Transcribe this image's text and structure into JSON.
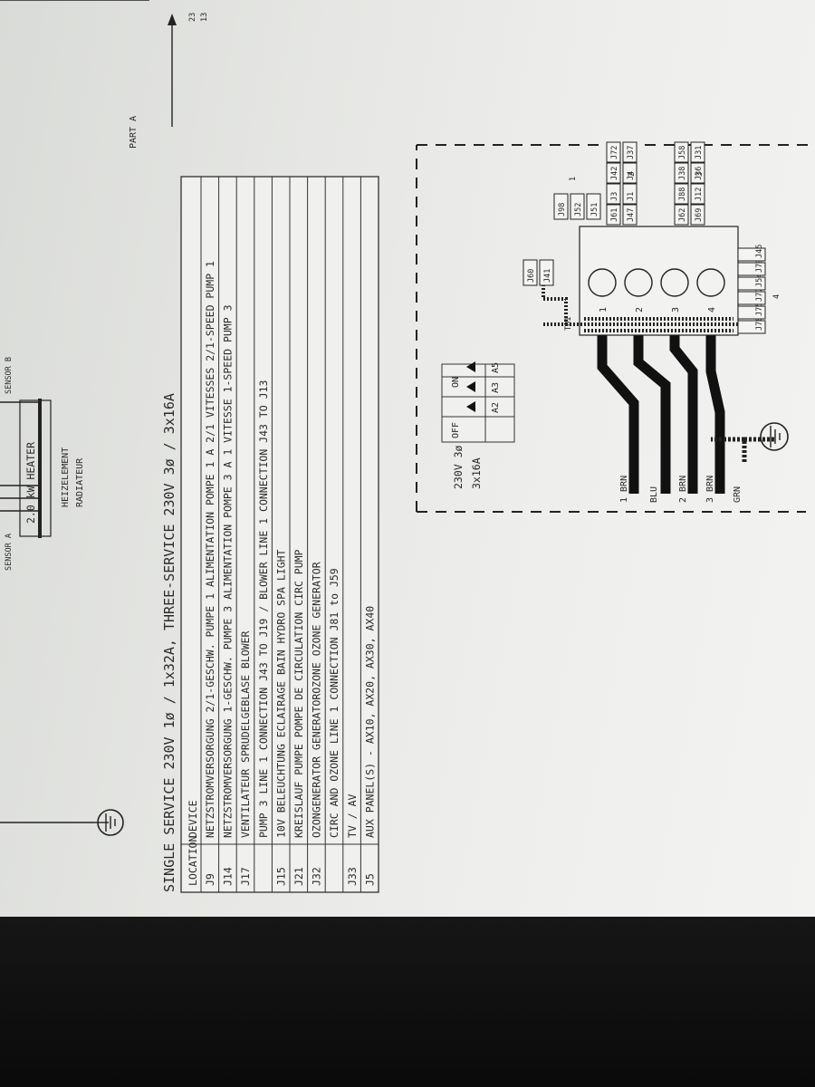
{
  "top": {
    "sensor_a": "SENSOR A",
    "sensor_b": "SENSOR B",
    "heater_label": "2.0 kW HEATER",
    "heizelement": "HEIZELEMENT",
    "radiateur": "RADIATEUR",
    "part_label": "PART A",
    "edge_marks": [
      "23",
      "13"
    ]
  },
  "table": {
    "title": "SINGLE SERVICE 230V 1ø / 1x32A, THREE-SERVICE 230V 3ø / 3x16A",
    "headers": [
      "LOCATION",
      "DEVICE"
    ],
    "rows": [
      {
        "loc": "J9",
        "device": "NETZSTROMVERSORGUNG 2/1-GESCHW. PUMPE 1  ALIMENTATION POMPE 1 A 2/1 VITESSES  2/1-SPEED PUMP 1"
      },
      {
        "loc": "J14",
        "device": "NETZSTROMVERSORGUNG 1-GESCHW. PUMPE 3  ALIMENTATION POMPE 3 A 1 VITESSE  1-SPEED PUMP 3"
      },
      {
        "loc": "J17",
        "device": "VENTILATEUR SPRUDELGEBLASE BLOWER"
      },
      {
        "loc": "",
        "device": "PUMP 3 LINE 1 CONNECTION    J43 TO J19     /     BLOWER LINE 1 CONNECTION     J43 TO J13"
      },
      {
        "loc": "J15",
        "device": "10V BELEUCHTUNG  ECLAIRAGE BAIN HYDRO  SPA LIGHT"
      },
      {
        "loc": "J21",
        "device": "KREISLAUF PUMPE  POMPE DE CIRCULATION  CIRC PUMP"
      },
      {
        "loc": "J32",
        "device": "OZONGENERATOR  GENERATOROZONE  OZONE GENERATOR"
      },
      {
        "loc": "",
        "device": "CIRC AND OZONE LINE 1 CONNECTION          J81 to J59"
      },
      {
        "loc": "J33",
        "device": "TV / AV"
      },
      {
        "loc": "J5",
        "device": "AUX PANEL(S) - AX10, AX20, AX30, AX40"
      }
    ]
  },
  "panel": {
    "supply_line1": "230V 3ø",
    "supply_line2": "3x16A",
    "switch_header_off": "OFF",
    "switch_header_on": "ON",
    "switches": [
      "A2",
      "A3",
      "A5"
    ],
    "tb_label": "TB1",
    "terminal_numbers": [
      "1",
      "2",
      "3",
      "4"
    ],
    "wire_labels": [
      "1 BRN",
      "BLU",
      "2 BRN",
      "3 BRN",
      "GRN"
    ],
    "connectors_top_left": [
      "J60",
      "J41"
    ],
    "connectors_block1": [
      "J98",
      "J52",
      "J51"
    ],
    "connectors_block2": [
      "J61",
      "J47",
      "J3",
      "J1",
      "J42",
      "J4",
      "J72",
      "J37"
    ],
    "connectors_block3": [
      "J62",
      "J69",
      "J88",
      "J12",
      "J38",
      "J36",
      "J58",
      "J31"
    ],
    "connectors_bottom": [
      "J78",
      "J75",
      "J77",
      "J54",
      "J79",
      "J45"
    ],
    "block_numbers": [
      "1",
      "2",
      "3",
      "4"
    ]
  }
}
